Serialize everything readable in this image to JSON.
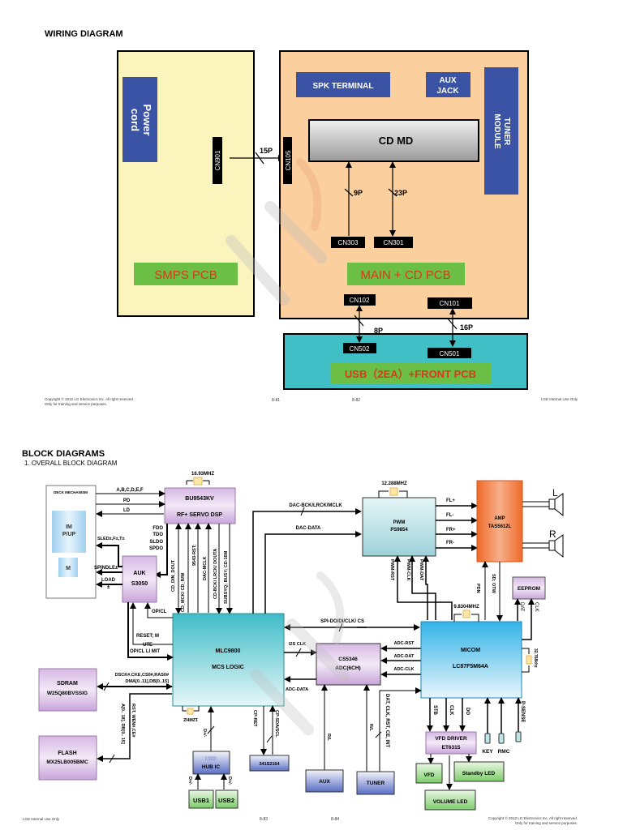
{
  "wiring": {
    "title": "WIRING DIAGRAM",
    "power_cord": [
      "Power",
      "cord"
    ],
    "smps_pcb": "SMPS PCB",
    "main_pcb": "MAIN + CD PCB",
    "spk_terminal": "SPK TERMINAL",
    "aux_jack": [
      "AUX",
      "JACK"
    ],
    "tuner_module": [
      "TUNER",
      "MODULE"
    ],
    "cd_md": "CD MD",
    "usb_front_pcb": "USB（2EA）+FRONT PCB",
    "connectors": {
      "cn901": "CN901",
      "cn105": "CN105",
      "cn303": "CN303",
      "cn301": "CN301",
      "cn102": "CN102",
      "cn101": "CN101",
      "cn502": "CN502",
      "cn501": "CN501"
    },
    "pins": {
      "p15": "15P",
      "p9": "9P",
      "p23": "23P",
      "p8": "8P",
      "p16": "16P"
    },
    "footer": {
      "copyright": [
        "Copyright © 2012 LG Electronics Inc. All right reserved.",
        "Only for training and service purposes."
      ],
      "page_left": "8-81",
      "page_right": "8-82",
      "internal": "LGE Internal Use Only"
    }
  },
  "block": {
    "title": "BLOCK DIAGRAMS",
    "subtitle": "1. OVERALL BLOCK DIAGRAM",
    "deck": {
      "label": "DECK MECHANISM",
      "pickup": [
        "IM",
        "P/UP"
      ],
      "motor": "M"
    },
    "dsp": {
      "crystal": "16.93MHZ",
      "name": "BU9543KV",
      "desc": "RF+ SERVO DSP"
    },
    "deck_signals": [
      "A,B,C,D,E,F",
      "PD",
      "LD"
    ],
    "servo_out": [
      "FDO",
      "TDO",
      "SLDO",
      "SPDO"
    ],
    "auk": {
      "name": "AUK",
      "part": "S3050"
    },
    "auk_signals": {
      "sled": "SLED±,F±,T±",
      "spindle": "SPINDLE±",
      "load": "LOAD",
      "load2": "±"
    },
    "dsp_bus": [
      "CD_DIN_DOUT",
      "CD_MCK/ CD_R/W",
      "9543-RST;",
      "DAC-MCLK",
      "CD-BCK/ LRCK/ DOUTA",
      "SUBSYQ; BUSY; CD-16M"
    ],
    "mlc": {
      "name": "MLC9800",
      "desc": "MCS LOGIC",
      "crystal": "12MHZ"
    },
    "mlc_left": {
      "opcl": "OP/CL",
      "reset": [
        "RESET; M",
        "UTE"
      ],
      "limit": "OP/CL LI MIT"
    },
    "sdram": {
      "name": "SDRAM",
      "part": "W25Q80BVSSIG",
      "bus": [
        "DSCK#,CKE,CS0#,RAS0#",
        "DMA[0..11],DB[0..15]"
      ]
    },
    "flash": {
      "name": "FLASH",
      "part": "MX25LB005BMC",
      "bus": [
        "A[0.. 18], DB[0.. 15]",
        "RST, WEN#,CE#"
      ]
    },
    "dac_bus": [
      "DAC-BCK/LRCK/MCLK",
      "DAC-DATA"
    ],
    "pwm": {
      "crystal": "12.288MHZ",
      "name": "PWM",
      "part": "PS9854",
      "inputs": [
        "PWM-RST",
        "PWM-CLK",
        "PWM-DAT"
      ]
    },
    "amp": {
      "name": "AMP",
      "part": "TAS5612L",
      "inputs": [
        "FL+",
        "FL-",
        "FR+",
        "FR-"
      ],
      "pdn": "PDN",
      "sd": "SD; OTW"
    },
    "speakers": {
      "left": "L",
      "right": "R"
    },
    "eeprom": {
      "name": "EEPROM",
      "dat": "DAT",
      "clk": "CLK"
    },
    "spi": "SPI-DO/DI/CLK/ CS",
    "adc": {
      "name": "CS5346",
      "desc": "ADC(6CH)",
      "i2s": "I2S CLK",
      "data": "ADC-DATA",
      "ctrl": [
        "ADC-RST",
        "ADC-DAT",
        "ADC-CLK"
      ]
    },
    "micom": {
      "crystal": "9.8304MHZ",
      "name": "MICOM",
      "part": "LC87F5M64A",
      "crystal2": "32.768khz"
    },
    "micom_out": [
      "STB",
      "CLK",
      "DO"
    ],
    "micom_in": [
      "KEY",
      "RMC",
      "P-SENSE"
    ],
    "vfd_driver": {
      "name": "VFD DRIVER",
      "part": "ET6315"
    },
    "vfd": "VFD",
    "standby_led": "Standby LED",
    "volume_led": "VOLUME LED",
    "usb_hub": {
      "name": [
        "USB",
        "HUB IC"
      ],
      "d": "D+/-",
      "usb1": "USB1",
      "usb2": "USB2"
    },
    "cp": {
      "name": "341S2164",
      "ret": "CP-RET",
      "sda": "CP-SDA/SCL"
    },
    "aux": {
      "name": "AUX",
      "rl": "R/L"
    },
    "tuner": {
      "name": "TUNER",
      "rl": "R/L",
      "bus": "DAT, CLK, RST, CE, INT"
    },
    "footer": {
      "internal": "LGE Internal Use Only",
      "page_left": "8-83",
      "page_right": "8-84",
      "copyright": [
        "Copyright © 2012 LG Electronics Inc. All right reserved.",
        "Only for training and service purposes."
      ]
    }
  }
}
